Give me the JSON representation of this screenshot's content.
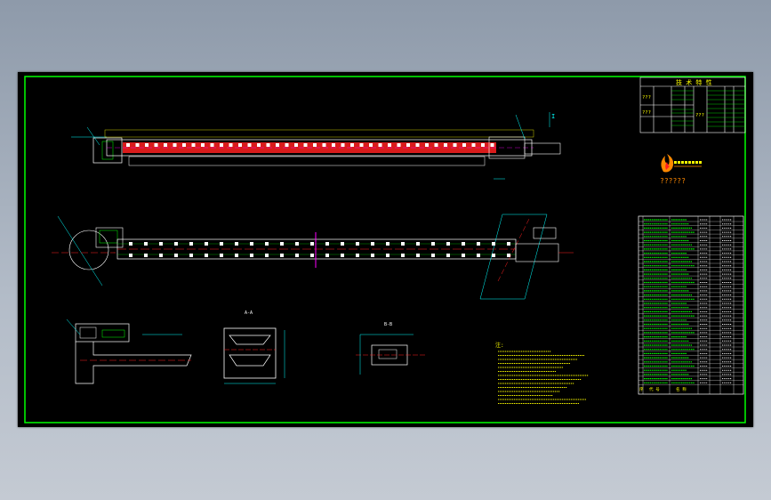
{
  "drawing": {
    "tech_table_title": "技 术 特 性",
    "tech_row_labels": [
      "???",
      "???",
      "???"
    ],
    "company_caption": "??????",
    "notes_title": "注:",
    "bom_header": [
      "序",
      "代 号",
      "名 称"
    ],
    "section_label": "A-A",
    "detail_label": "B-B",
    "view_label": "I"
  },
  "colors": {
    "frame": "#00ff00",
    "line_white": "#ffffff",
    "line_red": "#ff2020",
    "line_cyan": "#00ffff",
    "line_yellow": "#ffff00",
    "line_magenta": "#ff00ff",
    "logo_orange": "#ff8800"
  }
}
